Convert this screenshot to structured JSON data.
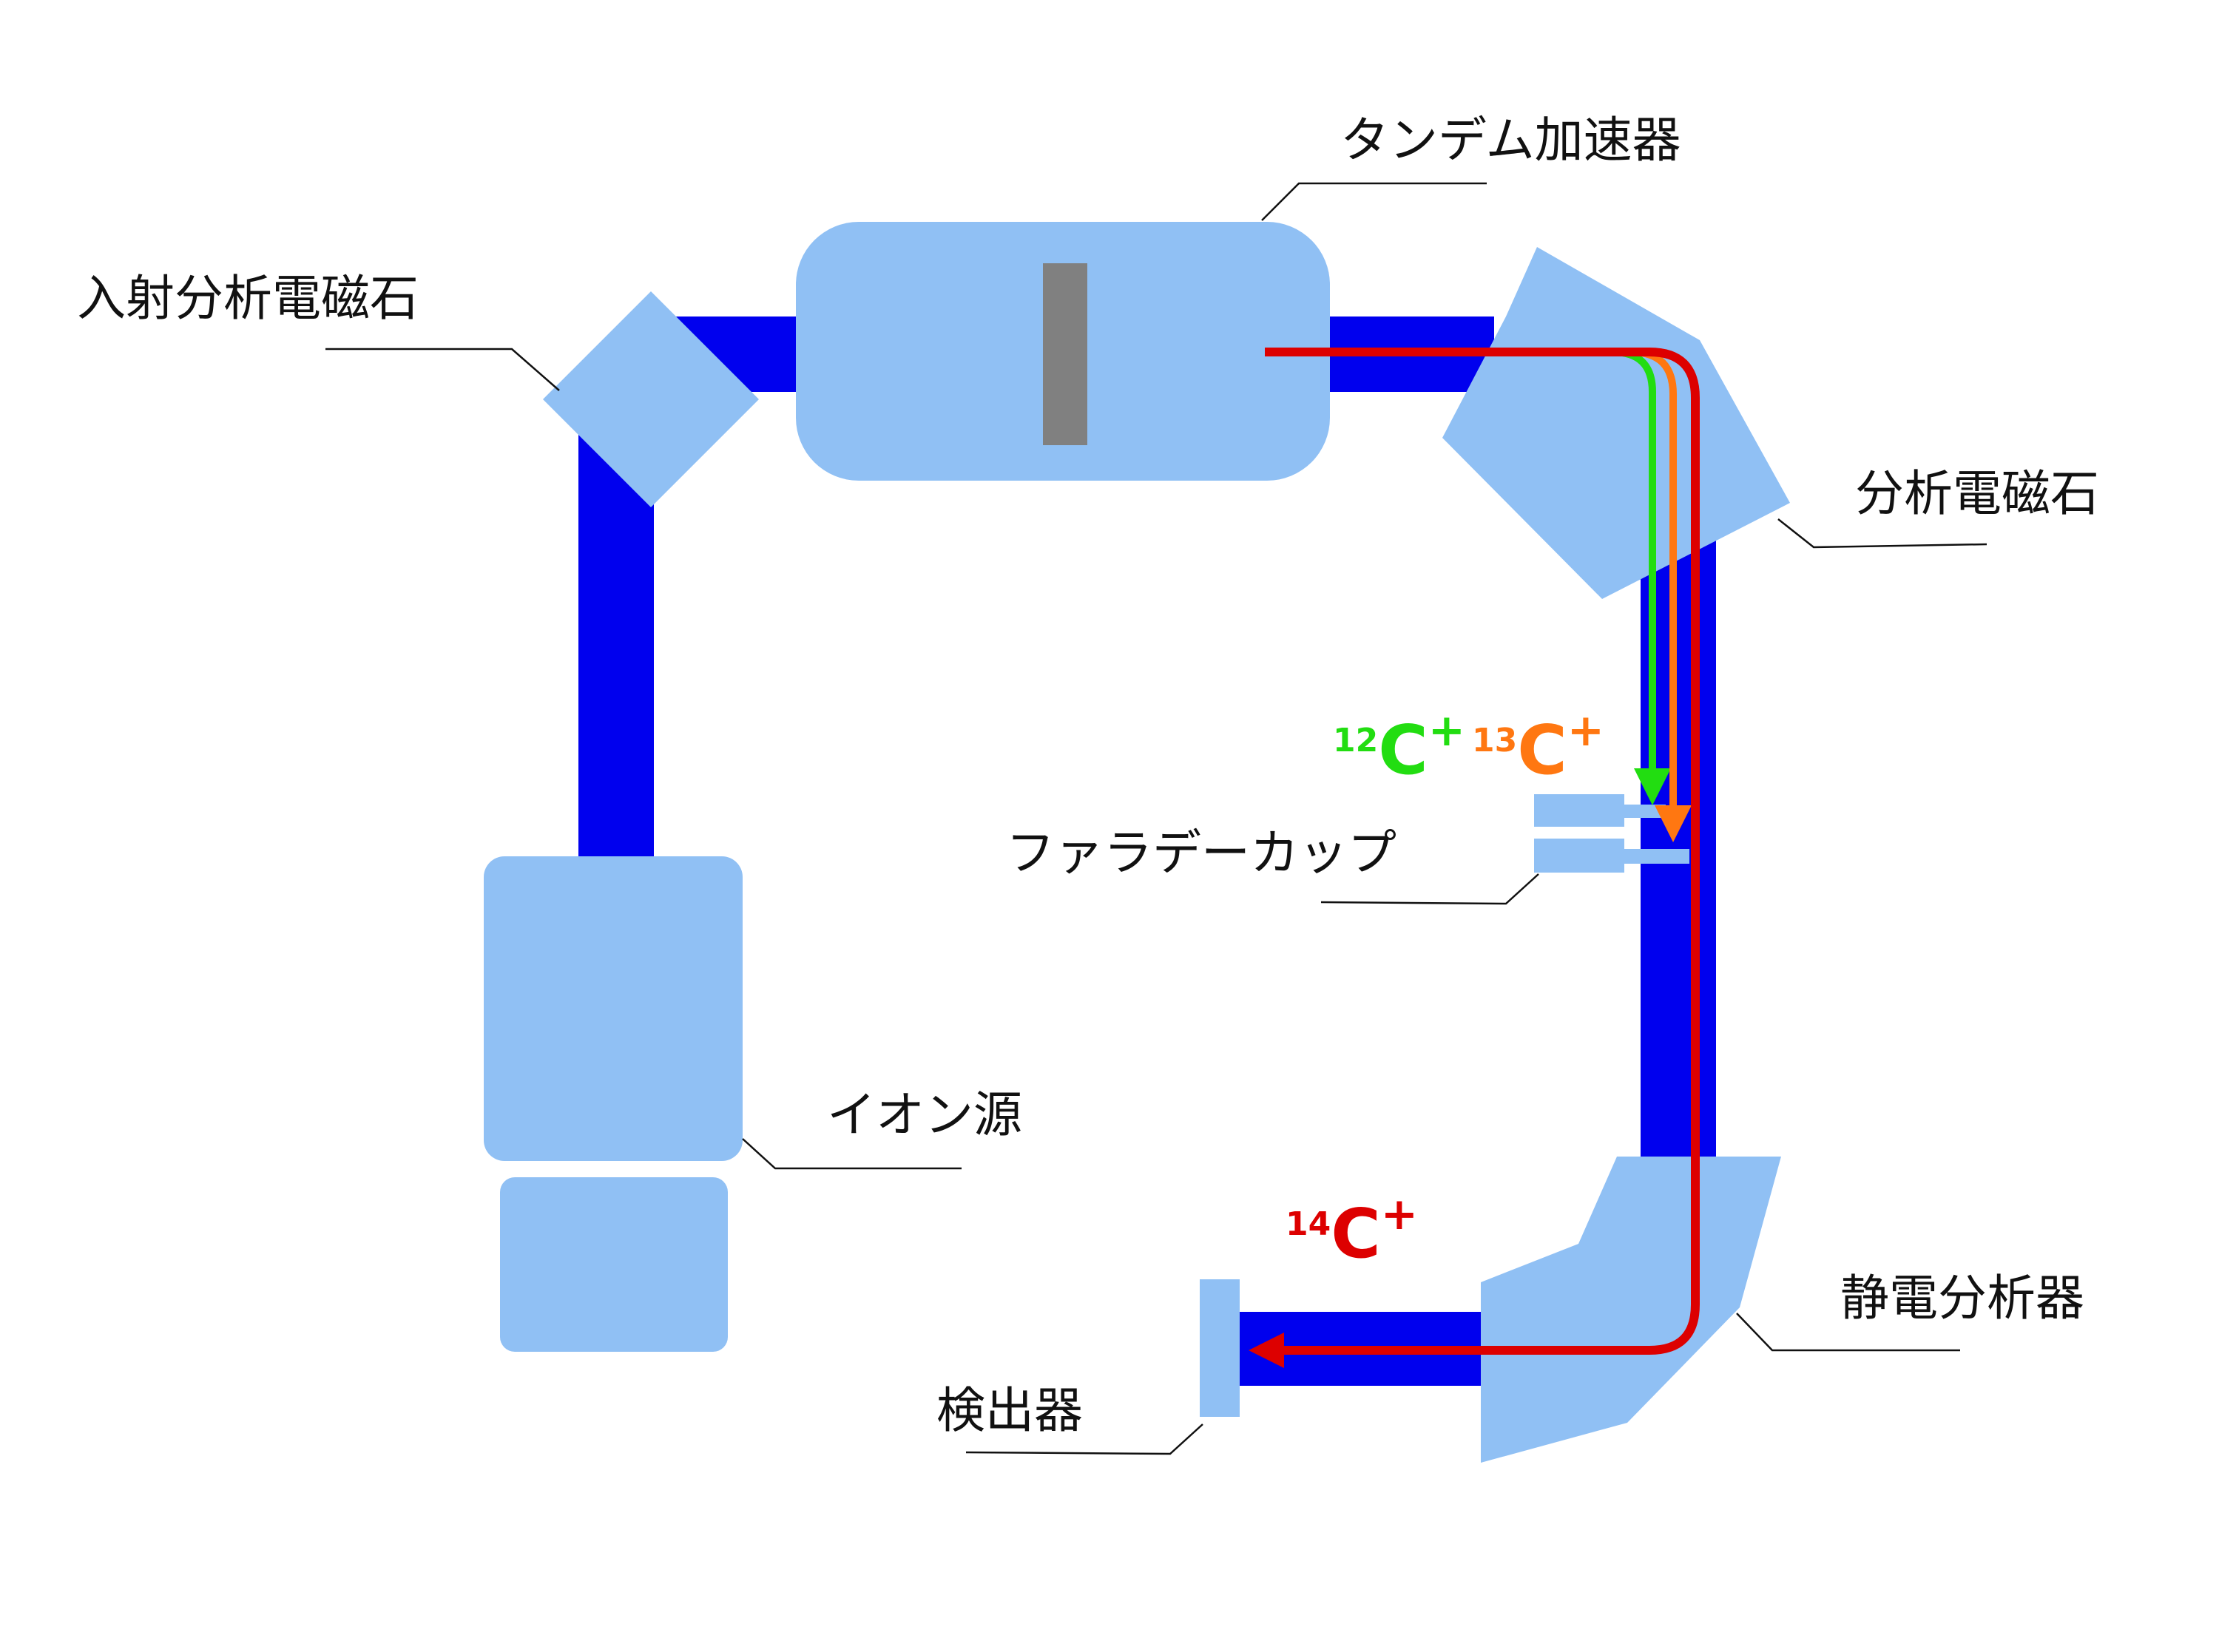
{
  "labels": {
    "tandem_accelerator": "タンデム加速器",
    "injection_magnet": "入射分析電磁石",
    "analysis_magnet": "分析電磁石",
    "faraday_cup": "ファラデーカップ",
    "ion_source": "イオン源",
    "electrostatic_analyzer": "静電分析器",
    "detector": "検出器"
  },
  "ions": {
    "c12": {
      "mass": "12",
      "symbol": "C",
      "charge": "+",
      "color": "#22dd11"
    },
    "c13": {
      "mass": "13",
      "symbol": "C",
      "charge": "+",
      "color": "#ff7711"
    },
    "c14": {
      "mass": "14",
      "symbol": "C",
      "charge": "+",
      "color": "#dd0000"
    }
  },
  "colors": {
    "beamline": "#0000ee",
    "component": "#90c0f4",
    "stripper": "#808080",
    "c12_path": "#22dd11",
    "c13_path": "#ff7711",
    "c14_path": "#dd0000"
  }
}
